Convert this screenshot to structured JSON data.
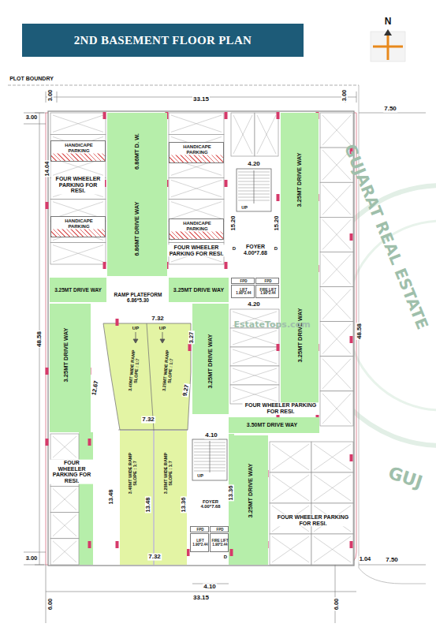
{
  "diagram": {
    "title": "2ND BASEMENT FLOOR PLAN",
    "nodes": [
      {
        "text": [
          "HANDICAPE PARKING"
        ]
      },
      {
        "text": [
          "HANDICAPE PARKING"
        ]
      },
      {
        "text": [
          "6.86MT D. W.",
          "6.86MT DRIVE WAY"
        ]
      },
      {
        "text": [
          "HANDICAPE PARKING"
        ]
      },
      {
        "text": [
          "HANDICAPE PARKING"
        ]
      },
      {
        "text": [
          "3.25MT DRIVE WAY",
          "3.25MT DRIVE WAY"
        ]
      },
      {
        "text": [
          "FOYER 4.00*7.68"
        ]
      },
      {
        "text": [
          "FPD"
        ]
      },
      {
        "text": [
          "FPD"
        ]
      },
      {
        "text": [
          "LIFT 1.90*2.44"
        ]
      },
      {
        "text": [
          "FIRE LIFT 1.90*2.44"
        ]
      },
      {
        "text": [
          "3.25MT DRIVE WAY"
        ]
      },
      {
        "text": [
          "RAMP PLATEFORM 6.86*5.30"
        ]
      },
      {
        "text": [
          "3.25MT DRIVE WAY"
        ]
      },
      {
        "text": [
          "3.25MT DRIVE WAY"
        ]
      },
      {
        "text": [
          "3.40MT WIDE RAMP SLOPE : 1:7"
        ]
      },
      {
        "text": [
          "3.25MT WIDE RAMP SLOPE : 1:7"
        ]
      },
      {
        "text": [
          "3.25MT DRIVE WAY"
        ]
      },
      {
        "text": [
          "3.50MT DRIVE WAY"
        ]
      },
      {
        "text": [
          "FOYER 4.00*7.68"
        ]
      },
      {
        "text": [
          "FPD"
        ]
      },
      {
        "text": [
          "FPD"
        ]
      },
      {
        "text": [
          "LIFT 1.90*2.44"
        ]
      },
      {
        "text": [
          "FIRE LIFT 1.90*2.44"
        ]
      },
      {
        "text": [
          "3.40MT WIDE RAMP SLOPE : 1:7"
        ]
      },
      {
        "text": [
          "3.25MT WIDE RAMP SLOPE : 1:7"
        ]
      },
      {
        "text": [
          "3.25MT DRIVE WAY"
        ]
      }
    ],
    "labels": [
      "PLOT BOUNDRY",
      "3.00",
      "33.15",
      "3.00",
      "7.50",
      "3.00",
      "14.04",
      "48.58",
      "48.58",
      "N",
      "4.20",
      "15.20",
      "15.20",
      "D",
      "D",
      "UP",
      "FOUR WHEELER PARKING FOR RESI.",
      "FOUR WHEELER PARKING FOR RESI.",
      "4.20",
      "UP",
      "UP",
      "7.32",
      "3.27",
      "12.67",
      "9.27",
      "7.32",
      "FOUR WHEELER PARKING FOR RESI.",
      "4.10",
      "UP",
      "13.48",
      "13.48",
      "13.36",
      "13.36",
      "FOUR WHEELER PARKING FOR RESI.",
      "FOUR WHEELER PARKING FOR RESI.",
      "D",
      "7.32",
      "3.00",
      "1.04",
      "7.50",
      "4.10",
      "33.15",
      "6.00",
      "6.00",
      "EstateTops.com",
      "GUJARAT REAL ESTATE",
      "GUJ"
    ]
  }
}
